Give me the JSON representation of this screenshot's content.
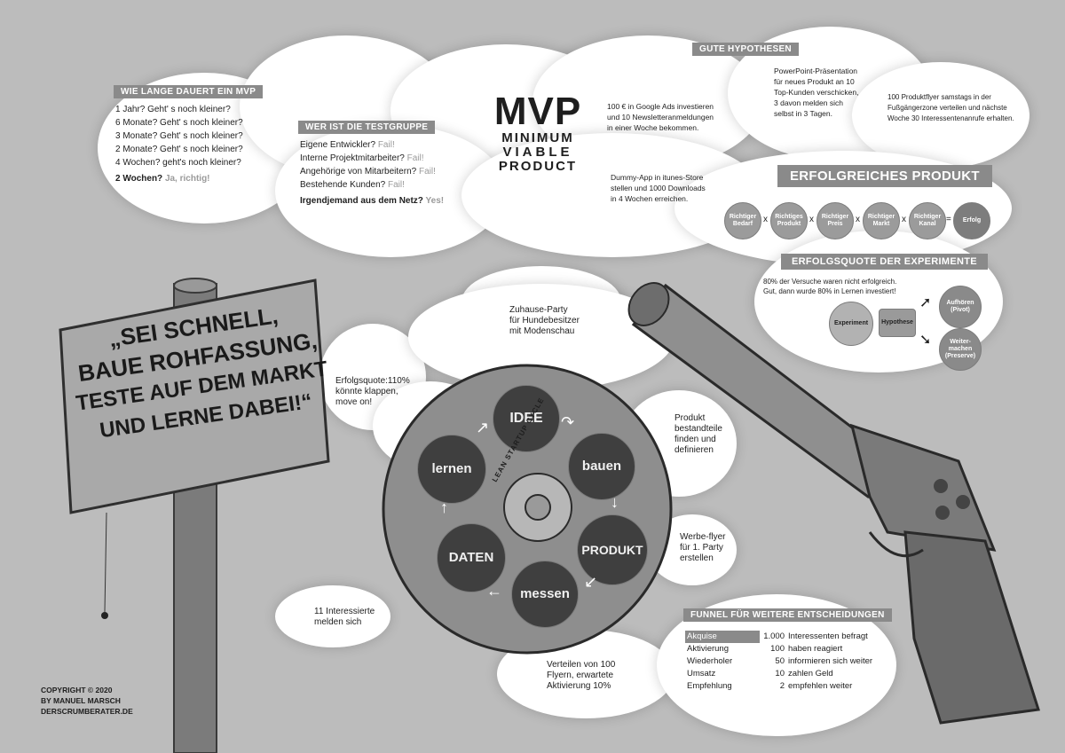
{
  "title": {
    "main": "MVP",
    "lines": [
      "MINIMUM",
      "VIABLE",
      "PRODUCT"
    ]
  },
  "sign": {
    "lines": [
      "„SEI SCHNELL,",
      "BAUE ROHFASSUNG,",
      "TESTE AUF DEM MARKT",
      "UND LERNE DABEI!“"
    ]
  },
  "mvp_duration": {
    "heading": "WIE LANGE DAUERT EIN MVP",
    "lines": [
      "1 Jahr? Geht' s noch kleiner?",
      "6 Monate? Geht' s noch kleiner?",
      "3 Monate? Geht' s noch kleiner?",
      "2 Monate? Geht' s noch kleiner?",
      "4 Wochen? geht's noch kleiner?"
    ],
    "answer_q": "2 Wochen?",
    "answer_a": "Ja, richtig!"
  },
  "test_group": {
    "heading": "WER IST DIE TESTGRUPPE",
    "items": [
      {
        "text": "Eigene Entwickler?",
        "verdict": "Fail!"
      },
      {
        "text": "Interne Projektmitarbeiter?",
        "verdict": "Fail!"
      },
      {
        "text": "Angehörige von Mitarbeitern?",
        "verdict": "Fail!"
      },
      {
        "text": "Bestehende Kunden?",
        "verdict": "Fail!"
      }
    ],
    "final_q": "Irgendjemand aus dem Netz?",
    "final_a": "Yes!"
  },
  "hypotheses": {
    "heading": "GUTE HYPOTHESEN",
    "h1": [
      "100 € in Google Ads investieren",
      "und 10 Newsletteranmeldungen",
      "in einer Woche bekommen."
    ],
    "h2": [
      "PowerPoint-Präsentation",
      "für neues Produkt an 10",
      "Top-Kunden verschicken,",
      "3 davon melden sich",
      "selbst in 3 Tagen."
    ],
    "h3": [
      "100 Produktflyer samstags in der",
      "Fußgängerzone verteilen und nächste",
      "Woche 30 Interessentenanrufe erhalten."
    ],
    "h4": [
      "Dummy-App in itunes-Store",
      "stellen und 1000 Downloads",
      "in 4 Wochen erreichen."
    ]
  },
  "success_product": {
    "heading": "ERFOLGREICHES PRODUKT",
    "factors": [
      "Richtiger Bedarf",
      "Richtiges Produkt",
      "Richtiger Preis",
      "Richtiger Markt",
      "Richtiger Kanal"
    ],
    "operator": "x",
    "equals": "=",
    "result": "Erfolg"
  },
  "experiment_rate": {
    "heading": "ERFOLGSQUOTE DER EXPERIMENTE",
    "text": [
      "80% der Versuche waren nicht erfolgreich.",
      "Gut, dann wurde 80% in Lernen investiert!"
    ],
    "experiment": "Experiment",
    "hypothesis": "Hypothese",
    "pivot": "Aufhören (Pivot)",
    "persevere": "Weiter-machen (Preserve)"
  },
  "cycle": {
    "label": "LEAN STARTUP CYCLE",
    "steps": [
      "IDEE",
      "bauen",
      "PRODUKT",
      "messen",
      "DATEN",
      "lernen"
    ]
  },
  "notes": {
    "party": [
      "Zuhause-Party",
      "für Hundebesitzer",
      "mit Modenschau"
    ],
    "quote": [
      "Erfolgsquote:110%",
      "könnte klappen,",
      "move on!"
    ],
    "product": [
      "Produkt",
      "bestandteile",
      "finden und",
      "definieren"
    ],
    "flyer": [
      "Werbe-flyer",
      "für 1. Party",
      "erstellen"
    ],
    "distribute": [
      "Verteilen von 100",
      "Flyern, erwartete",
      "Aktivierung 10%"
    ],
    "interested": [
      "11 Interessierte",
      "melden sich"
    ]
  },
  "funnel": {
    "heading": "FUNNEL FÜR WEITERE ENTSCHEIDUNGEN",
    "rows": [
      {
        "stage": "Akquise",
        "count": "1.000",
        "desc": "Interessenten befragt"
      },
      {
        "stage": "Aktivierung",
        "count": "100",
        "desc": "haben reagiert"
      },
      {
        "stage": "Wiederholer",
        "count": "50",
        "desc": "informieren sich weiter"
      },
      {
        "stage": "Umsatz",
        "count": "10",
        "desc": "zahlen Geld"
      },
      {
        "stage": "Empfehlung",
        "count": "2",
        "desc": "empfehlen weiter"
      }
    ]
  },
  "copyright": [
    "COPYRIGHT © 2020",
    "BY MANUEL MARSCH",
    "DERSCRUMBERATER.DE"
  ],
  "colors": {
    "background": "#bcbcbc",
    "cloud": "#ffffff",
    "label": "#8a8a8a",
    "chamber": "#3f3f3f",
    "sign": "#a7a7a7"
  }
}
